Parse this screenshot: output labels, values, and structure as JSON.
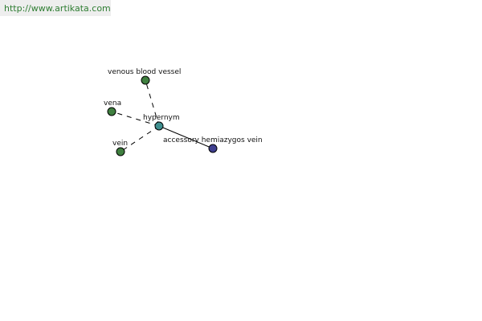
{
  "source": {
    "url_text": "http://www.artikata.com"
  },
  "colors": {
    "synonym_node": "#3f7f3f",
    "center_node": "#3f8f8f",
    "hyponym_node": "#3f3f8f",
    "link_text": "#2e7d32",
    "banner_bg": "#eeeeee"
  },
  "graph": {
    "center": {
      "label": "hypernym",
      "icon": "teal-circle-node"
    },
    "nodes": [
      {
        "key": "venous_blood_vessel",
        "label": "venous blood vessel",
        "icon": "green-circle-node"
      },
      {
        "key": "vena",
        "label": "vena",
        "icon": "green-circle-node"
      },
      {
        "key": "vein",
        "label": "vein",
        "icon": "green-circle-node"
      },
      {
        "key": "accessory_hemiazygos_vein",
        "label": "accessory hemiazygos vein",
        "icon": "blue-circle-node"
      }
    ],
    "edges": [
      {
        "from": "hypernym",
        "to": "venous_blood_vessel",
        "style": "dashed"
      },
      {
        "from": "hypernym",
        "to": "vena",
        "style": "dashed"
      },
      {
        "from": "hypernym",
        "to": "vein",
        "style": "dashed"
      },
      {
        "from": "hypernym",
        "to": "accessory_hemiazygos_vein",
        "style": "solid"
      }
    ]
  }
}
